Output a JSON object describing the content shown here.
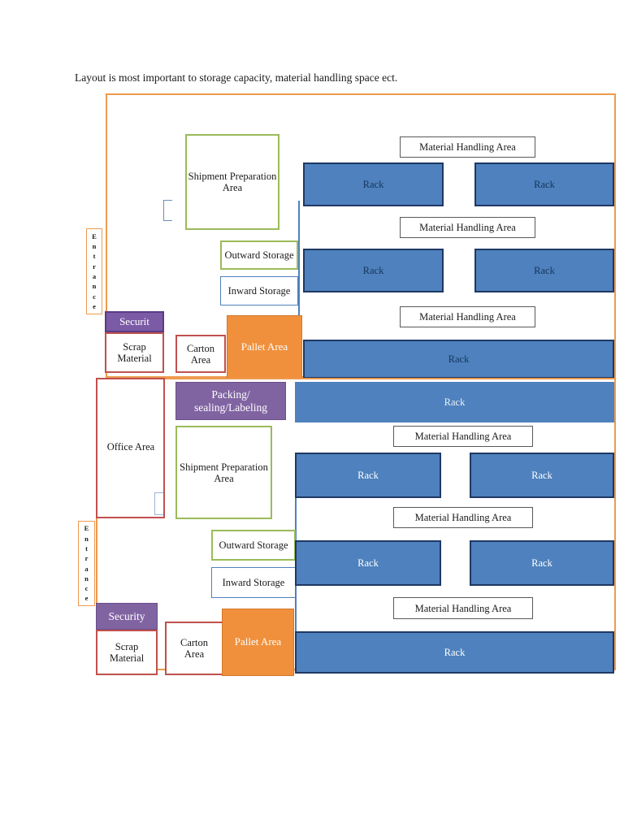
{
  "caption": "Layout is most important to storage capacity, material handling space ect.",
  "colors": {
    "rack_fill": "#4E81BD",
    "rack_border": "#1F3864",
    "frame_orange": "#ED9A4F",
    "frame_red": "#C0504D",
    "zone_green": "#9BBB59",
    "zone_blue": "#4F81BD",
    "security_purple": "#7B5BA6",
    "packing_purple": "#8064A2",
    "pallet_orange": "#F0903C"
  },
  "upper_layout": {
    "entrance_label": "Entrance",
    "shipment_prep": "Shipment Preparation Area",
    "outward_storage": "Outward Storage",
    "inward_storage": "Inward Storage",
    "security": "Securit",
    "scrap_material": "Scrap Material",
    "carton_area": "Carton Area",
    "pallet_area": "Pallet Area",
    "material_handling": "Material Handling Area",
    "rack": "Rack",
    "mha_rows": [
      "Material Handling Area",
      "Material Handling Area",
      "Material Handling Area"
    ],
    "rack_rows": [
      {
        "left": "Rack",
        "right": "Rack"
      },
      {
        "left": "Rack",
        "right": "Rack"
      }
    ],
    "wide_rack": "Rack"
  },
  "lower_layout": {
    "entrance_label": "Entrance",
    "office_area": "Office Area",
    "packing_sealing": "Packing/ sealing/Labeling",
    "shipment_prep": "Shipment Preparation Area",
    "outward_storage": "Outward Storage",
    "inward_storage": "Inward Storage",
    "security": "Security",
    "scrap_material": "Scrap Material",
    "carton_area": "Carton Area",
    "pallet_area": "Pallet Area",
    "top_wide_rack": "Rack",
    "mha_rows": [
      "Material Handling Area",
      "Material Handling Area",
      "Material Handling Area"
    ],
    "rack_rows": [
      {
        "left": "Rack",
        "right": "Rack"
      },
      {
        "left": "Rack",
        "right": "Rack"
      }
    ],
    "bottom_wide_rack": "Rack"
  }
}
